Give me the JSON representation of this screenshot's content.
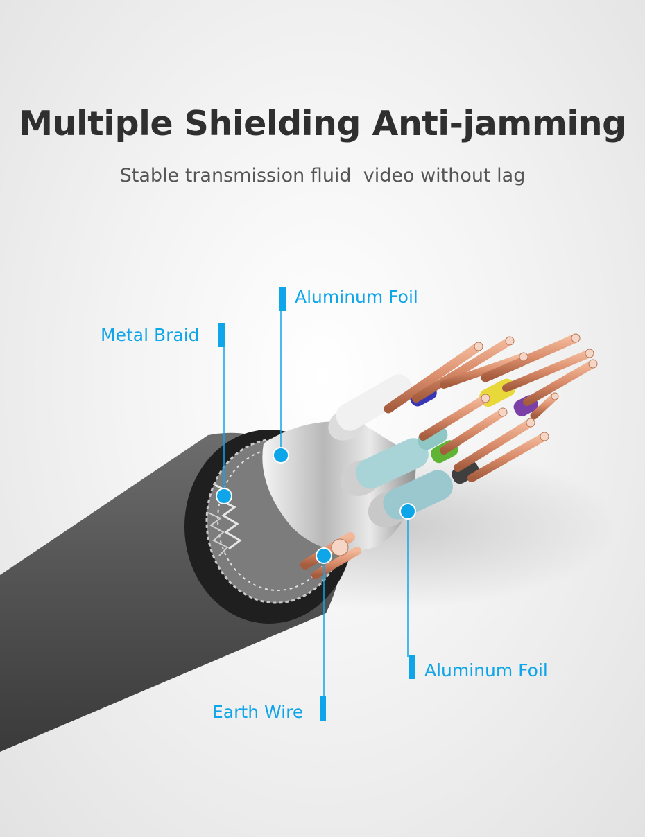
{
  "heading": {
    "title": "Multiple Shielding Anti-jamming",
    "subtitle": "Stable transmission fluid  video without lag"
  },
  "colors": {
    "accent": "#0ea5e9",
    "title": "#2f2f2f",
    "subtitle": "#555555",
    "cable_jacket": "#565656",
    "copper": "#d98c6a"
  },
  "callouts": {
    "metal_braid": "Metal Braid",
    "aluminum_foil_top": "Aluminum Foil",
    "aluminum_foil_bottom": "Aluminum Foil",
    "earth_wire": "Earth Wire"
  }
}
